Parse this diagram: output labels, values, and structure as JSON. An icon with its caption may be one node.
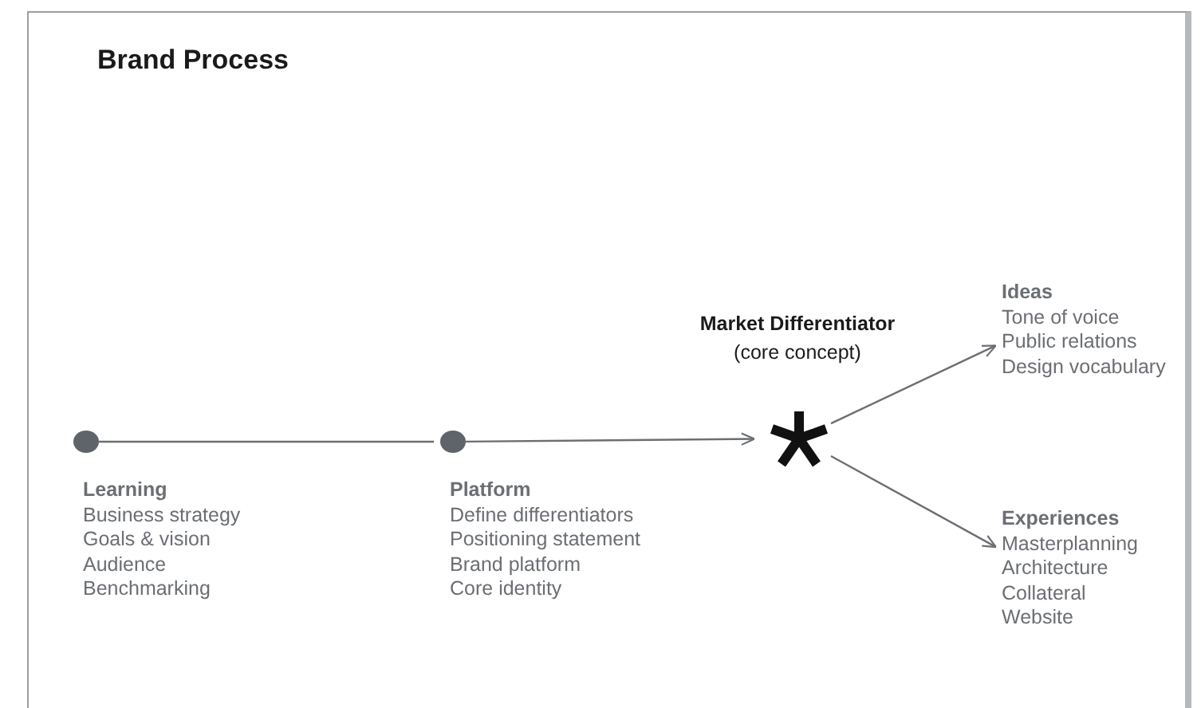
{
  "diagram": {
    "title": "Brand Process",
    "nodes": [
      {
        "text": [],
        "shape": "circle",
        "beside": [
          "Learning",
          "Business strategy",
          "Goals & vision",
          "Audience",
          "Benchmarking"
        ]
      },
      {
        "text": [],
        "shape": "circle",
        "beside": [
          "Platform",
          "Define differentiators",
          "Positioning statement",
          "Brand platform",
          "Core identity"
        ]
      },
      {
        "text": [],
        "shape": "asterisk",
        "beside": [
          "Market Differentiator",
          "(core concept)"
        ]
      },
      {
        "text": [
          "Ideas",
          "Tone of voice",
          "Public relations",
          "Design vocabulary"
        ]
      },
      {
        "text": [
          "Experiences",
          "Masterplanning",
          "Architecture",
          "Collateral",
          "Website"
        ]
      }
    ],
    "edges": [
      {
        "from": 0,
        "to": 1,
        "arrow": "none"
      },
      {
        "from": 1,
        "to": 2,
        "arrow": "to"
      },
      {
        "from": 2,
        "to": 3,
        "arrow": "to"
      },
      {
        "from": 2,
        "to": 4,
        "arrow": "to"
      }
    ]
  }
}
